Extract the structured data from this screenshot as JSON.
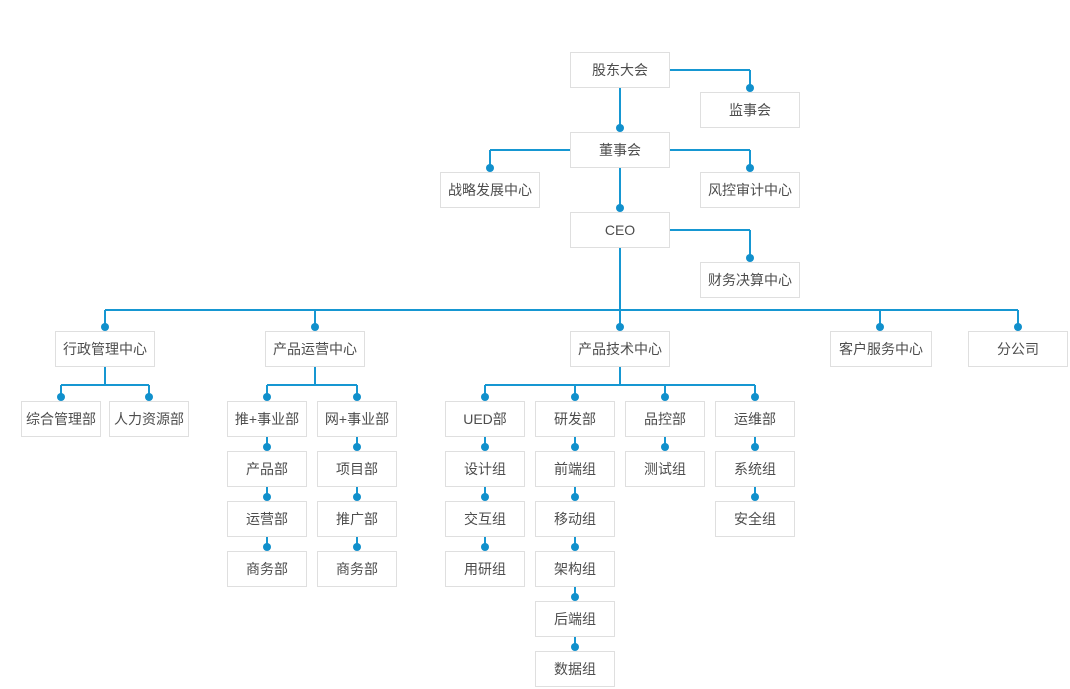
{
  "colors": {
    "connector": "#1697d2",
    "dot": "#1190cc",
    "node_border": "#dfdfdf",
    "node_background": "#ffffff",
    "node_text": "#4d4d4d",
    "page_background": "#ffffff"
  },
  "org_chart": {
    "nodes": [
      {
        "id": "shareholders-meeting",
        "label": "股东大会",
        "parent": null
      },
      {
        "id": "supervisory-board",
        "label": "监事会",
        "parent": "shareholders-meeting"
      },
      {
        "id": "board-of-directors",
        "label": "董事会",
        "parent": "shareholders-meeting"
      },
      {
        "id": "strategy-development-center",
        "label": "战略发展中心",
        "parent": "board-of-directors"
      },
      {
        "id": "risk-control-audit-center",
        "label": "风控审计中心",
        "parent": "board-of-directors"
      },
      {
        "id": "ceo",
        "label": "CEO",
        "parent": "board-of-directors"
      },
      {
        "id": "financial-accounting-center",
        "label": "财务决算中心",
        "parent": "ceo"
      },
      {
        "id": "administrative-management-center",
        "label": "行政管理中心",
        "parent": "ceo"
      },
      {
        "id": "general-management-dept",
        "label": "综合管理部",
        "parent": "administrative-management-center"
      },
      {
        "id": "human-resources-dept",
        "label": "人力资源部",
        "parent": "administrative-management-center"
      },
      {
        "id": "product-operations-center",
        "label": "产品运营中心",
        "parent": "ceo"
      },
      {
        "id": "tui-business-unit",
        "label": "推+事业部",
        "parent": "product-operations-center"
      },
      {
        "id": "product-dept",
        "label": "产品部",
        "parent": "tui-business-unit"
      },
      {
        "id": "operations-dept",
        "label": "运营部",
        "parent": "product-dept"
      },
      {
        "id": "business-dept-tui",
        "label": "商务部",
        "parent": "operations-dept"
      },
      {
        "id": "wang-business-unit",
        "label": "网+事业部",
        "parent": "product-operations-center"
      },
      {
        "id": "project-dept",
        "label": "项目部",
        "parent": "wang-business-unit"
      },
      {
        "id": "promotion-dept",
        "label": "推广部",
        "parent": "project-dept"
      },
      {
        "id": "business-dept-wang",
        "label": "商务部",
        "parent": "promotion-dept"
      },
      {
        "id": "product-technology-center",
        "label": "产品技术中心",
        "parent": "ceo"
      },
      {
        "id": "ued-dept",
        "label": "UED部",
        "parent": "product-technology-center"
      },
      {
        "id": "design-group",
        "label": "设计组",
        "parent": "ued-dept"
      },
      {
        "id": "interaction-group",
        "label": "交互组",
        "parent": "design-group"
      },
      {
        "id": "user-research-group",
        "label": "用研组",
        "parent": "interaction-group"
      },
      {
        "id": "rnd-dept",
        "label": "研发部",
        "parent": "product-technology-center"
      },
      {
        "id": "frontend-group",
        "label": "前端组",
        "parent": "rnd-dept"
      },
      {
        "id": "mobile-group",
        "label": "移动组",
        "parent": "frontend-group"
      },
      {
        "id": "architecture-group",
        "label": "架构组",
        "parent": "mobile-group"
      },
      {
        "id": "backend-group",
        "label": "后端组",
        "parent": "architecture-group"
      },
      {
        "id": "data-group",
        "label": "数据组",
        "parent": "backend-group"
      },
      {
        "id": "qc-dept",
        "label": "品控部",
        "parent": "product-technology-center"
      },
      {
        "id": "testing-group",
        "label": "测试组",
        "parent": "qc-dept"
      },
      {
        "id": "ops-maintenance-dept",
        "label": "运维部",
        "parent": "product-technology-center"
      },
      {
        "id": "system-group",
        "label": "系统组",
        "parent": "ops-maintenance-dept"
      },
      {
        "id": "security-group",
        "label": "安全组",
        "parent": "system-group"
      },
      {
        "id": "customer-service-center",
        "label": "客户服务中心",
        "parent": "ceo"
      },
      {
        "id": "branch-company",
        "label": "分公司",
        "parent": "ceo"
      }
    ]
  }
}
